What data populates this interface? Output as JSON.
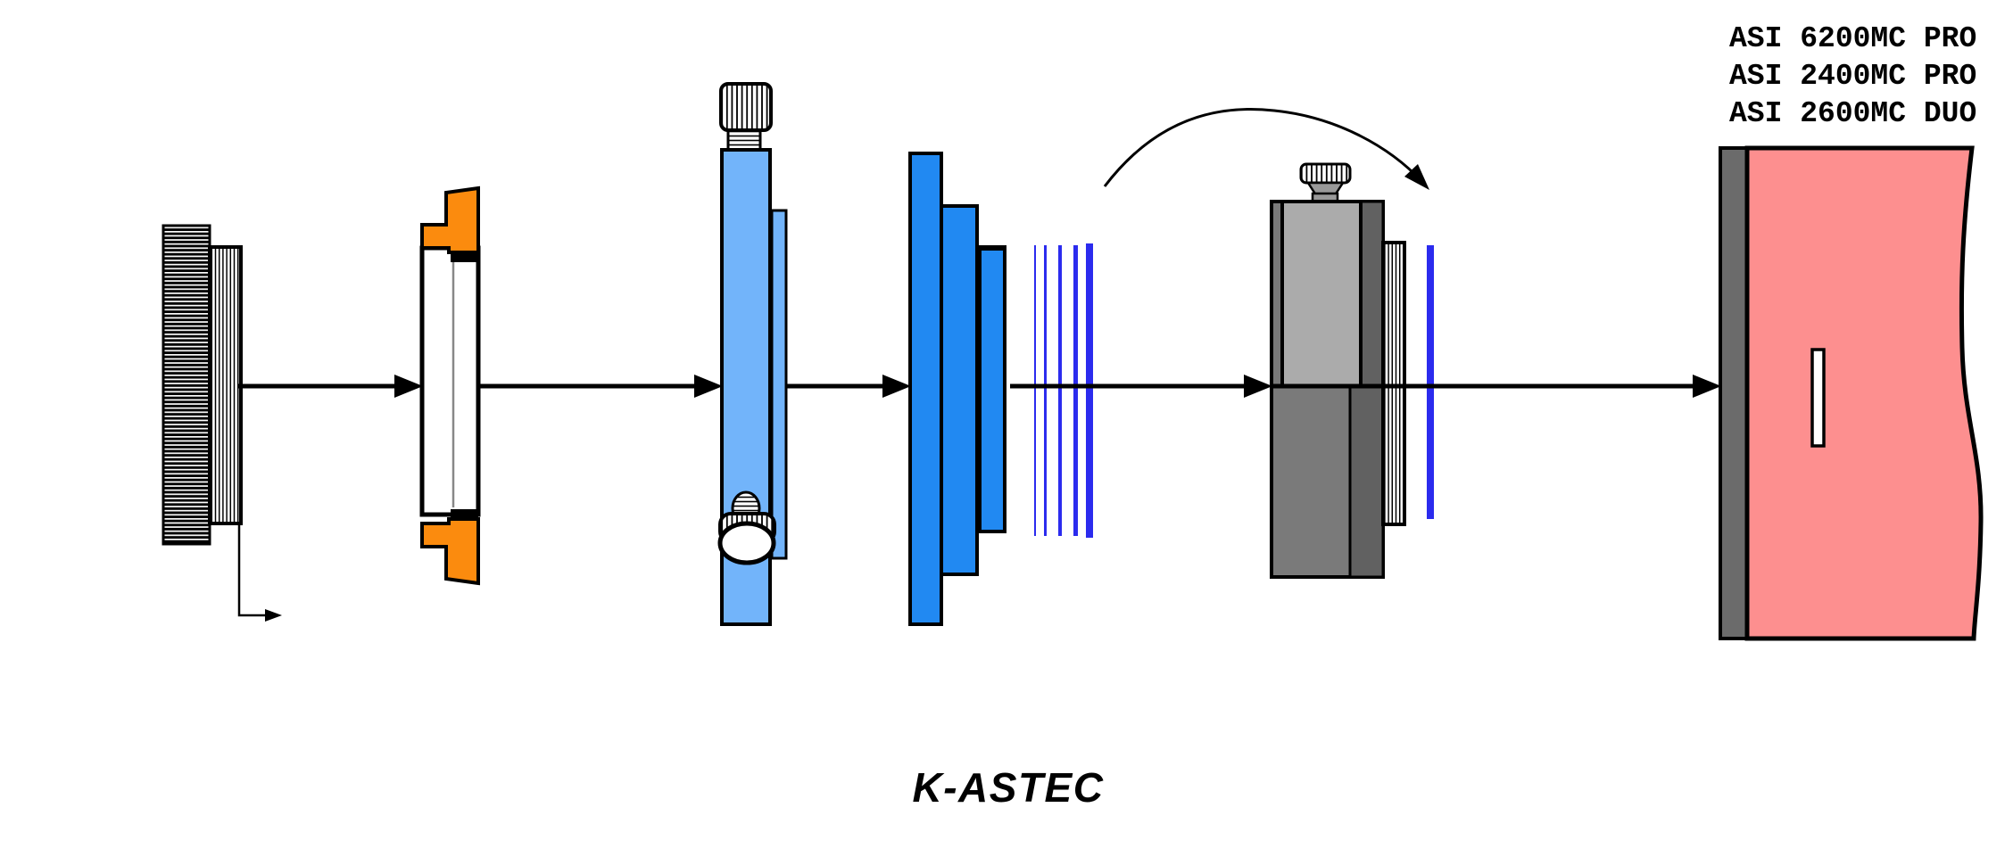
{
  "camera": {
    "models": [
      "ASI 6200MC PRO",
      "ASI 2400MC PRO",
      "ASI 2600MC DUO"
    ]
  },
  "brand": {
    "logo": "K-ASTEC"
  },
  "colors": {
    "orange": "#FB8B0E",
    "light_blue": "#72B4FA",
    "blue": "#2189F2",
    "filter_blue": "#2B2BEE",
    "gray_body": "#7A7A7A",
    "gray_dark": "#616161",
    "gray_light": "#ABABAB",
    "gray_mid": "#999999",
    "camera_faceplate": "#6B6B6B",
    "camera_pink": "#FD8F8F",
    "white": "#FFFFFF",
    "black": "#000000"
  }
}
